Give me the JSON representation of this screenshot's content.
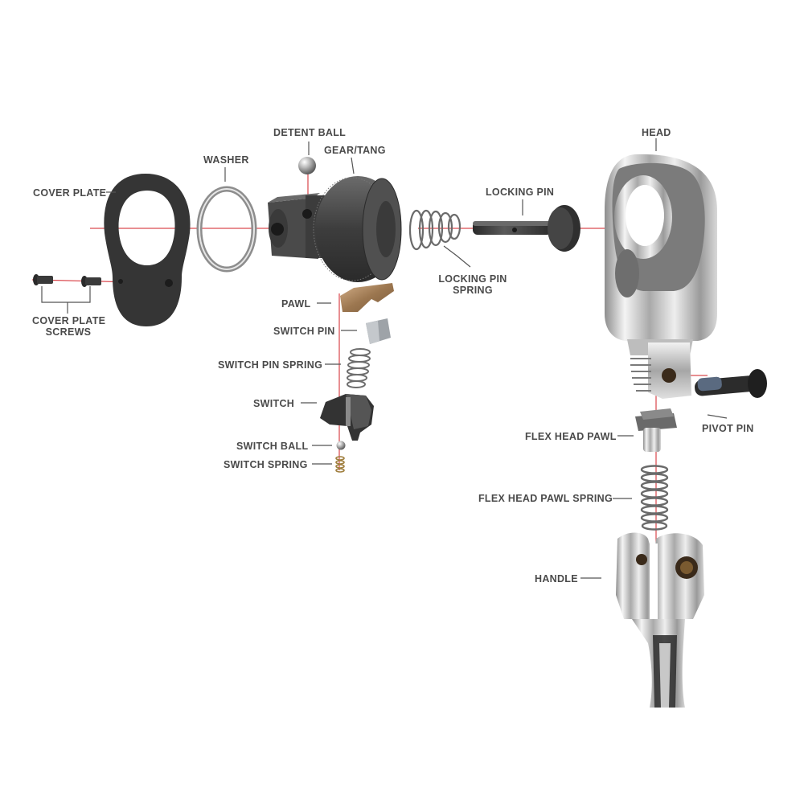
{
  "labels": {
    "detent_ball": "DETENT BALL",
    "gear_tang": "GEAR/TANG",
    "washer": "WASHER",
    "cover_plate": "COVER PLATE",
    "cover_plate_screws_1": "COVER PLATE",
    "cover_plate_screws_2": "SCREWS",
    "locking_pin": "LOCKING PIN",
    "locking_pin_spring_1": "LOCKING PIN",
    "locking_pin_spring_2": "SPRING",
    "pawl": "PAWL",
    "switch_pin": "SWITCH PIN",
    "switch_pin_spring": "SWITCH PIN SPRING",
    "switch": "SWITCH",
    "switch_ball": "SWITCH BALL",
    "switch_spring": "SWITCH SPRING",
    "head": "HEAD",
    "pivot_pin": "PIVOT PIN",
    "flex_head_pawl": "FLEX HEAD PAWL",
    "flex_head_pawl_spring": "FLEX HEAD PAWL SPRING",
    "handle": "HANDLE"
  },
  "colors": {
    "axis_line": "#d21f26",
    "label_text": "#4a4a4a",
    "leader": "#555555",
    "dark_part": "#3a3a3a",
    "chrome": "#c8c8c8",
    "brass": "#b08a5c"
  }
}
